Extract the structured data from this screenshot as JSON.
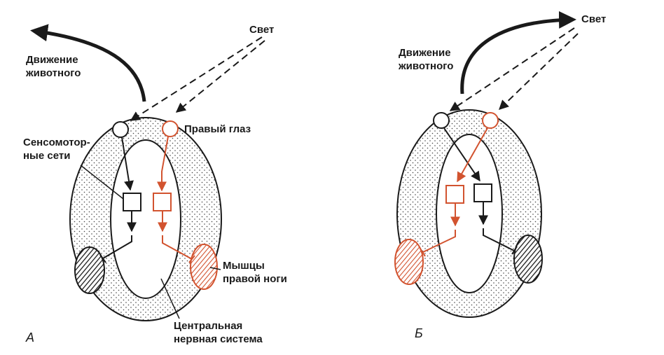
{
  "panel_a": {
    "letter": "А",
    "light_label": "Свет",
    "movement_label_line1": "Движение",
    "movement_label_line2": "животного",
    "right_eye_label": "Правый глаз",
    "sensorimotor_line1": "Сенсомотор-",
    "sensorimotor_line2": "ные сети",
    "muscles_line1": "Мышцы",
    "muscles_line2": "правой ноги",
    "cns_line1": "Центральная",
    "cns_line2": "нервная система"
  },
  "panel_b": {
    "letter": "Б",
    "light_label": "Свет",
    "movement_label_line1": "Движение",
    "movement_label_line2": "животного"
  },
  "colors": {
    "black": "#1a1a1a",
    "red": "#d2532f",
    "stipple": "#444444",
    "background": "#ffffff"
  }
}
